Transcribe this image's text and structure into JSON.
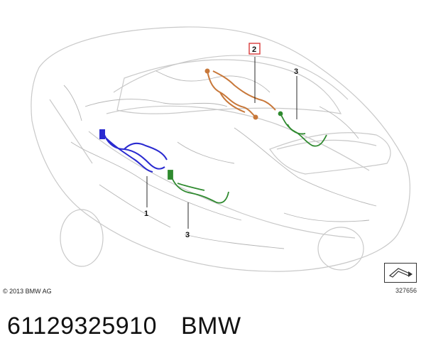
{
  "diagram": {
    "callouts": [
      {
        "label": "1",
        "highlighted": false
      },
      {
        "label": "2",
        "highlighted": true
      },
      {
        "label": "3",
        "highlighted": false
      },
      {
        "label": "3",
        "highlighted": false
      }
    ],
    "harness_colors": {
      "harness_1": "#2a2ad0",
      "harness_2": "#c8783a",
      "harness_3": "#2f8a2f",
      "highlight_box": "#d83a3a"
    }
  },
  "footer": {
    "copyright": "© 2013 BMW AG",
    "reference_number": "327656",
    "nav_icon": "arrow-icon"
  },
  "caption": {
    "part_number": "61129325910",
    "brand": "BMW"
  }
}
